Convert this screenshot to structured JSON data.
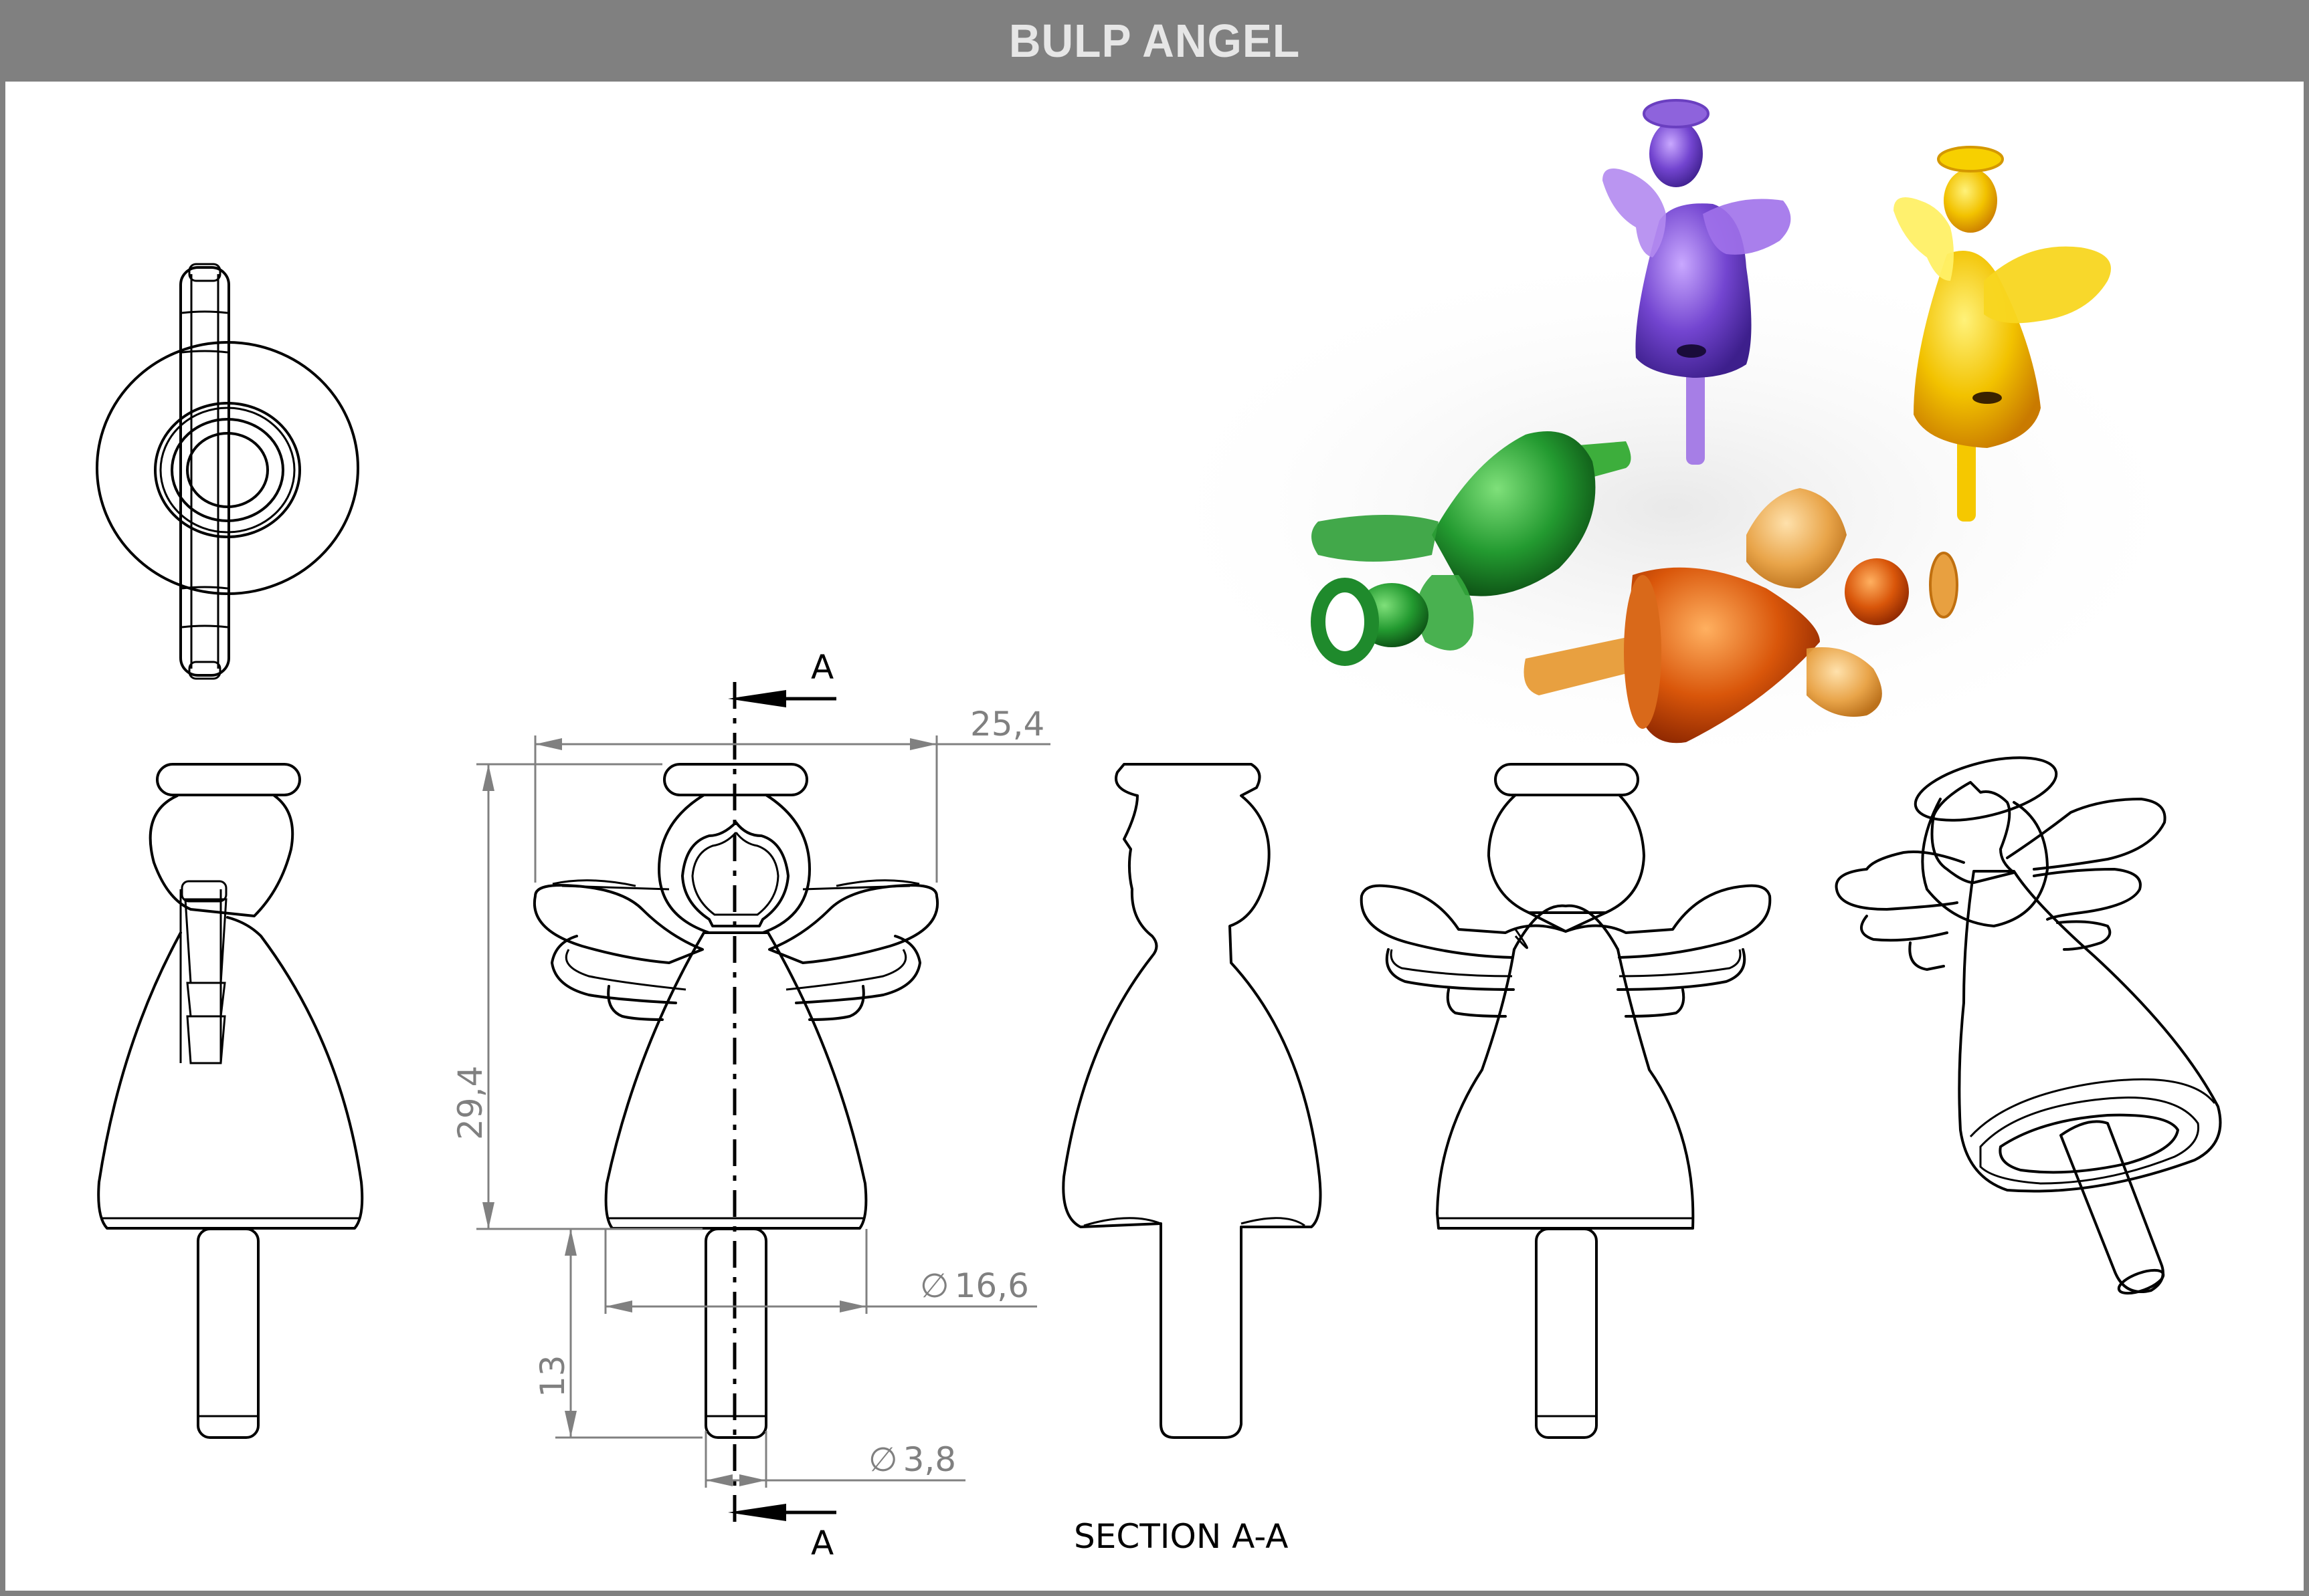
{
  "header": {
    "title": "BULP ANGEL"
  },
  "colors": {
    "header_bg": "#808080",
    "header_text": "#e6e6e6",
    "dimension": "#808080",
    "line": "#000000",
    "render_purple": "#6a3fc0",
    "render_yellow": "#f2c200",
    "render_green": "#1f8a2c",
    "render_orange": "#d9560a",
    "render_amber": "#e8a040"
  },
  "views": {
    "top": {
      "label": "top-view"
    },
    "side": {
      "label": "side-view"
    },
    "front": {
      "label": "front-view"
    },
    "section": {
      "label": "SECTION A-A"
    },
    "back": {
      "label": "back-view"
    },
    "isometric": {
      "label": "isometric-view"
    },
    "render": {
      "label": "rendered-angels",
      "items": [
        "purple",
        "yellow",
        "green",
        "orange"
      ]
    }
  },
  "dimensions": {
    "overall_width": "25,4",
    "overall_height": "29,4",
    "base_diameter": "16,6",
    "pin_length": "13",
    "pin_diameter": "3,8",
    "diameter_symbol": "∅"
  },
  "section_markers": {
    "top": "A",
    "bottom": "A"
  }
}
